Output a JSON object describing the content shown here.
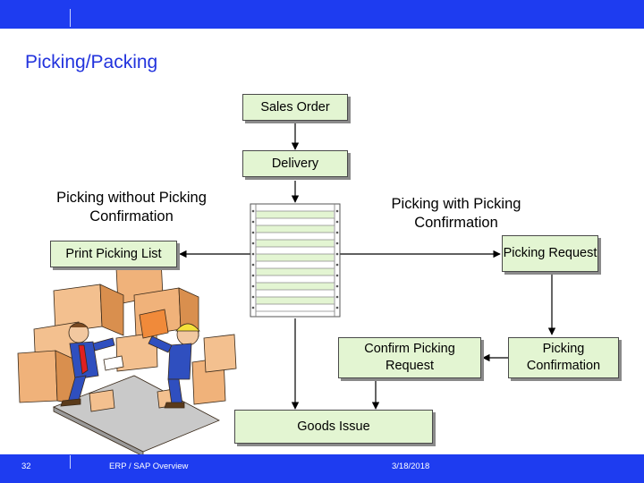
{
  "slide": {
    "title": "Picking/Packing",
    "slide_number": "32",
    "footer": "ERP / SAP Overview",
    "date": "3/18/2018"
  },
  "nodes": {
    "sales_order": "Sales Order",
    "delivery": "Delivery",
    "print_picking_list": "Print Picking List",
    "picking_request": "Picking Request",
    "confirm_picking_request": "Confirm Picking Request",
    "picking_confirmation": "Picking Confirmation",
    "goods_issue": "Goods Issue"
  },
  "labels": {
    "without_confirmation": "Picking without Picking Confirmation",
    "with_confirmation": "Picking with Picking Confirmation"
  },
  "colors": {
    "band": "#1e3cf0",
    "title": "#2233dd",
    "box_fill": "#e3f5d2"
  }
}
